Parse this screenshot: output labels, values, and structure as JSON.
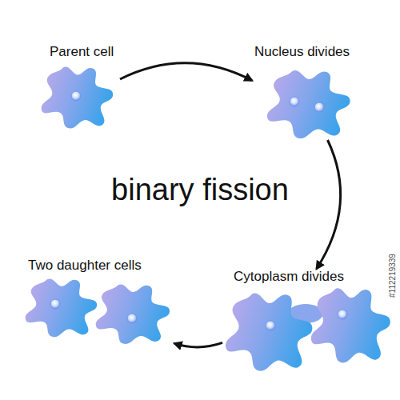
{
  "diagram": {
    "title": "binary fission",
    "nodes": [
      {
        "text": [
          "Parent cell"
        ]
      },
      {
        "text": [
          "Nucleus divides"
        ]
      },
      {
        "text": [
          "Cytoplasm divides"
        ]
      },
      {
        "text": [
          "Two daughter cells"
        ]
      }
    ],
    "edges": [
      {
        "from": 0,
        "to": 1,
        "arrow": "to"
      },
      {
        "from": 1,
        "to": 2,
        "arrow": "to"
      },
      {
        "from": 2,
        "to": 3,
        "arrow": "to"
      }
    ],
    "labels": [
      "#112219339"
    ]
  }
}
